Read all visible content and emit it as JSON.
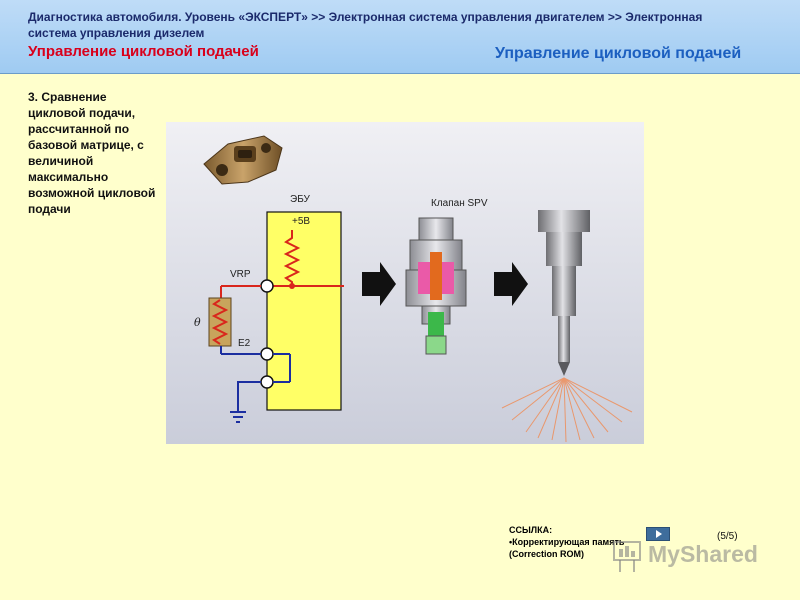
{
  "header": {
    "breadcrumb": "Диагностика автомобиля. Уровень «ЭКСПЕРТ» >> Электронная система управления двигателем >> Электронная система управления дизелем",
    "section_title": "Управление цикловой подачей",
    "page_title": "Управление цикловой подачей"
  },
  "content": {
    "step_text": "3. Сравнение цикловой подачи, рассчитанной по базовой матрице, с величиной максимально возможной цикловой подачи"
  },
  "diagram": {
    "ecu_label": "ЭБУ",
    "voltage_label": "+5В",
    "vrp_label": "VRP",
    "e2_label": "E2",
    "theta_label": "θ",
    "valve_label": "Клапан SPV"
  },
  "footer": {
    "ref_title": "ССЫЛКА:",
    "ref_item": "•Корректирующая память",
    "ref_item_en": "(Correction ROM)",
    "page_number": "(5/5)",
    "watermark": "MyShared"
  },
  "icons": {
    "next": "play-icon",
    "watermark": "presentation-icon"
  },
  "colors": {
    "header_bg": "#A8D0F4",
    "section_title": "#D9001B",
    "page_title": "#1C5FC0",
    "background": "#FFFFCC",
    "ecu_box": "#FFFF66"
  }
}
